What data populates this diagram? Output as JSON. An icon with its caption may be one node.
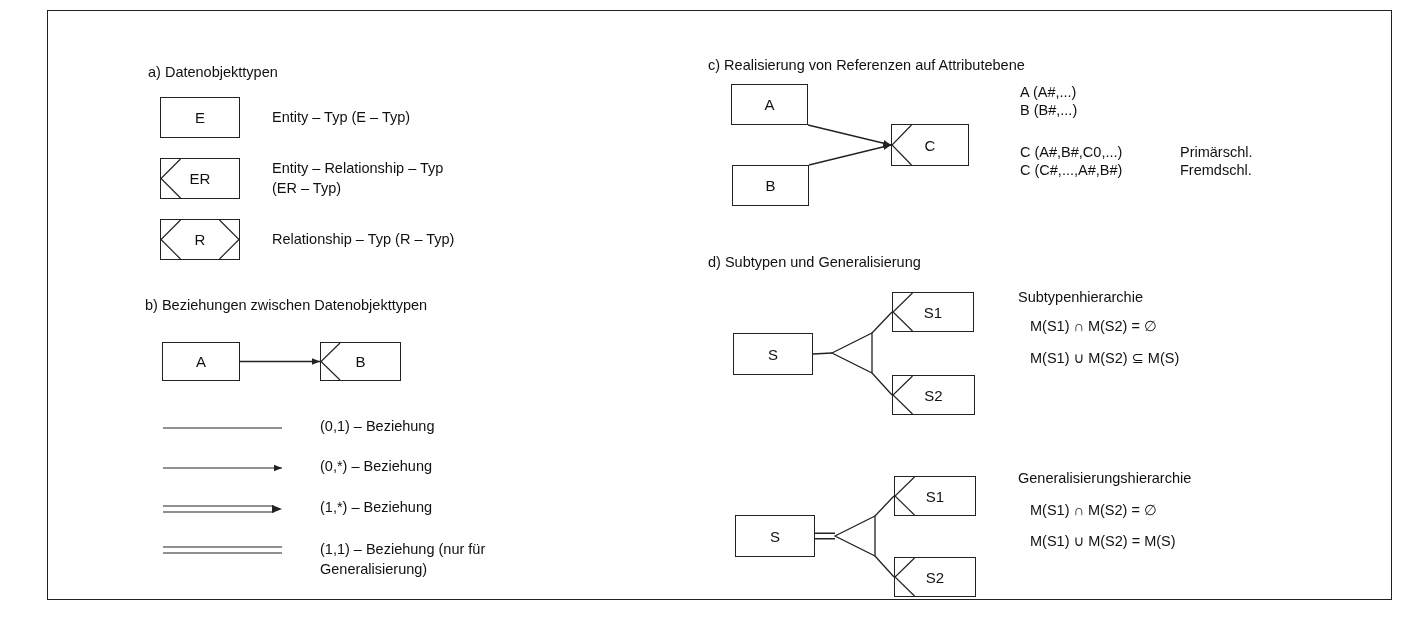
{
  "diagram": {
    "nodes": [
      {
        "text": [
          "E"
        ],
        "beside": [
          "Entity – Typ (E – Typ)"
        ]
      },
      {
        "text": [
          "ER"
        ],
        "beside": [
          "Entity – Relationship – Typ (ER – Typ)"
        ]
      },
      {
        "text": [
          "R"
        ],
        "beside": [
          "Relationship – Typ (R – Typ)"
        ]
      },
      {
        "text": [
          "A"
        ]
      },
      {
        "text": [
          "B"
        ]
      },
      {
        "text": [
          "A"
        ]
      },
      {
        "text": [
          "B"
        ]
      },
      {
        "text": [
          "C"
        ]
      },
      {
        "text": [
          "S"
        ]
      },
      {
        "text": [],
        "shape": "triangle"
      },
      {
        "text": [
          "S1"
        ]
      },
      {
        "text": [
          "S2"
        ]
      },
      {
        "text": [
          "S"
        ]
      },
      {
        "text": [],
        "shape": "triangle"
      },
      {
        "text": [
          "S1"
        ]
      },
      {
        "text": [
          "S2"
        ]
      }
    ],
    "edges": [
      {
        "from": 3,
        "to": 4,
        "arrow": "to"
      },
      {
        "from": 5,
        "to": 7,
        "arrow": "to"
      },
      {
        "from": 6,
        "to": 7,
        "arrow": "to"
      },
      {
        "from": 8,
        "to": 9,
        "arrow": "none"
      },
      {
        "from": 9,
        "to": 10,
        "arrow": "none"
      },
      {
        "from": 9,
        "to": 11,
        "arrow": "none"
      },
      {
        "from": 12,
        "to": 13,
        "arrow": "none",
        "style": "thick"
      },
      {
        "from": 13,
        "to": 14,
        "arrow": "none"
      },
      {
        "from": 13,
        "to": 15,
        "arrow": "none"
      }
    ],
    "labels": [
      "a) Datenobjekttypen",
      "c) Realisierung von Referenzen auf Attributebene",
      "A (A#,...)",
      "B (B#,...)",
      "C (A#,B#,C0,...)",
      "Primärschl.",
      "C (C#,...,A#,B#)",
      "Fremdschl.",
      "b) Beziehungen zwischen Datenobjekttypen",
      "d) Subtypen und Generalisierung",
      "Subtypenhierarchie",
      "M(S1) ∩ M(S2) = ∅",
      "M(S1) ∪ M(S2) ⊆ M(S)",
      "Generalisierungshierarchie",
      "M(S1) ∩ M(S2) = ∅",
      "M(S1) ∪ M(S2) = M(S)"
    ],
    "legend": [
      {
        "text": "(0,1) – Beziehung"
      },
      {
        "text": "(0,*) – Beziehung"
      },
      {
        "text": "(1,*) – Beziehung"
      },
      {
        "text": "(1,1) – Beziehung (nur für Generalisierung)"
      }
    ]
  }
}
